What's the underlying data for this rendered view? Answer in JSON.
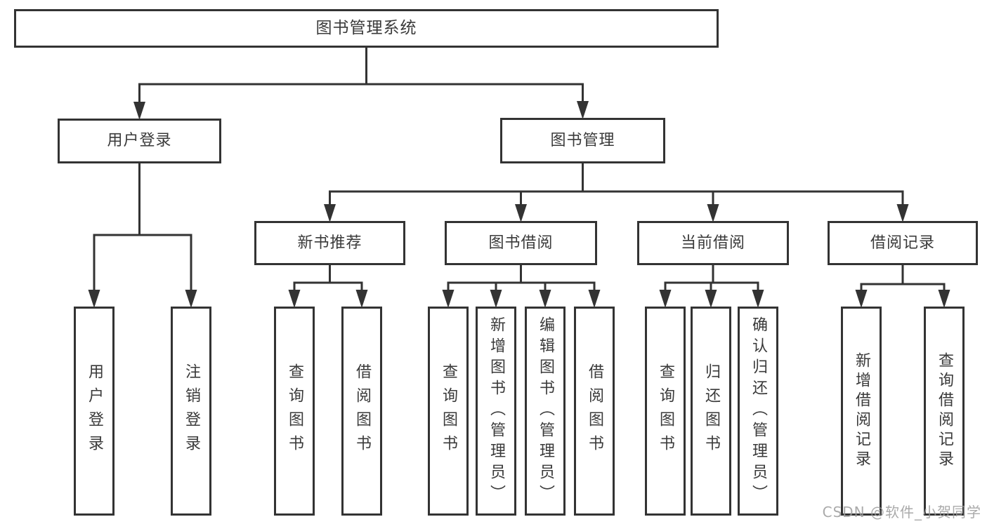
{
  "diagram": {
    "title": "图书管理系统",
    "line_color": "#333333",
    "text_color": "#3a3a3a",
    "background_color": "#ffffff"
  },
  "nodes": [
    {
      "id": "root",
      "label": "图书管理系统",
      "orientation": "horizontal"
    },
    {
      "id": "user-login",
      "label": "用户登录",
      "orientation": "horizontal"
    },
    {
      "id": "book-mgmt",
      "label": "图书管理",
      "orientation": "horizontal"
    },
    {
      "id": "new-book-rec",
      "label": "新书推荐",
      "orientation": "horizontal"
    },
    {
      "id": "book-borrow",
      "label": "图书借阅",
      "orientation": "horizontal"
    },
    {
      "id": "current-borrow",
      "label": "当前借阅",
      "orientation": "horizontal"
    },
    {
      "id": "borrow-records",
      "label": "借阅记录",
      "orientation": "horizontal"
    },
    {
      "id": "v-user-login",
      "label": "用户登录",
      "orientation": "vertical"
    },
    {
      "id": "v-logout",
      "label": "注销登录",
      "orientation": "vertical"
    },
    {
      "id": "v-query-book-1",
      "label": "查询图书",
      "orientation": "vertical"
    },
    {
      "id": "v-borrow-book-1",
      "label": "借阅图书",
      "orientation": "vertical"
    },
    {
      "id": "v-query-book-2",
      "label": "查询图书",
      "orientation": "vertical"
    },
    {
      "id": "v-add-book",
      "label": "新增图书（管理员）",
      "orientation": "vertical"
    },
    {
      "id": "v-edit-book",
      "label": "编辑图书（管理员）",
      "orientation": "vertical"
    },
    {
      "id": "v-borrow-book-2",
      "label": "借阅图书",
      "orientation": "vertical"
    },
    {
      "id": "v-query-book-3",
      "label": "查询图书",
      "orientation": "vertical"
    },
    {
      "id": "v-return-book",
      "label": "归还图书",
      "orientation": "vertical"
    },
    {
      "id": "v-confirm-return",
      "label": "确认归还（管理员）",
      "orientation": "vertical"
    },
    {
      "id": "v-add-borrow-record",
      "label": "新增借阅记录",
      "orientation": "vertical"
    },
    {
      "id": "v-query-borrow-record",
      "label": "查询借阅记录",
      "orientation": "vertical"
    }
  ],
  "edges": [
    {
      "from": "root",
      "to": [
        "user-login",
        "book-mgmt"
      ]
    },
    {
      "from": "user-login",
      "to": [
        "v-user-login",
        "v-logout"
      ]
    },
    {
      "from": "book-mgmt",
      "to": [
        "new-book-rec",
        "book-borrow",
        "current-borrow",
        "borrow-records"
      ]
    },
    {
      "from": "new-book-rec",
      "to": [
        "v-query-book-1",
        "v-borrow-book-1"
      ]
    },
    {
      "from": "book-borrow",
      "to": [
        "v-query-book-2",
        "v-add-book",
        "v-edit-book",
        "v-borrow-book-2"
      ]
    },
    {
      "from": "current-borrow",
      "to": [
        "v-query-book-3",
        "v-return-book",
        "v-confirm-return"
      ]
    },
    {
      "from": "borrow-records",
      "to": [
        "v-add-borrow-record",
        "v-query-borrow-record"
      ]
    }
  ],
  "watermark": {
    "text": "CSDN @软件_小贺同学",
    "color": "#9c9c9c"
  }
}
